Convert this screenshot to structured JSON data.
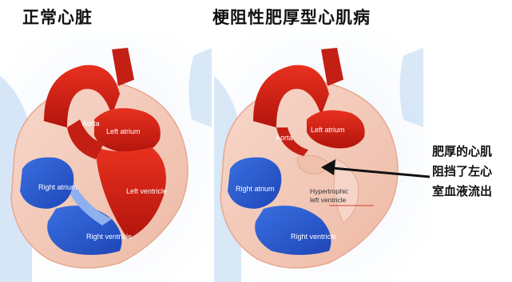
{
  "titles": {
    "normal": "正常心脏",
    "hocm": "梗阻性肥厚型心肌病"
  },
  "normal_heart": {
    "aorta": "Aorta",
    "left_atrium": "Left atrium",
    "right_atrium": "Right atrium",
    "left_ventricle": "Left ventricle",
    "right_ventricle": "Right ventricle"
  },
  "hocm_heart": {
    "aorta": "Aorta",
    "left_atrium": "Left atrium",
    "right_atrium": "Right atrium",
    "hypertrophic_line1": "Hypertrophic",
    "hypertrophic_line2": "left ventricle",
    "right_ventricle": "Right ventricle"
  },
  "callout": {
    "lines": [
      "肥厚的心肌",
      "阻挡了左心",
      "室血液流出"
    ]
  },
  "colors": {
    "red_dark": "#a8140c",
    "red": "#d9261a",
    "blue": "#2c5fd6",
    "blue_light": "#8fb0ef",
    "muscle": "#f3c9b8",
    "vessel": "#c9def4"
  }
}
